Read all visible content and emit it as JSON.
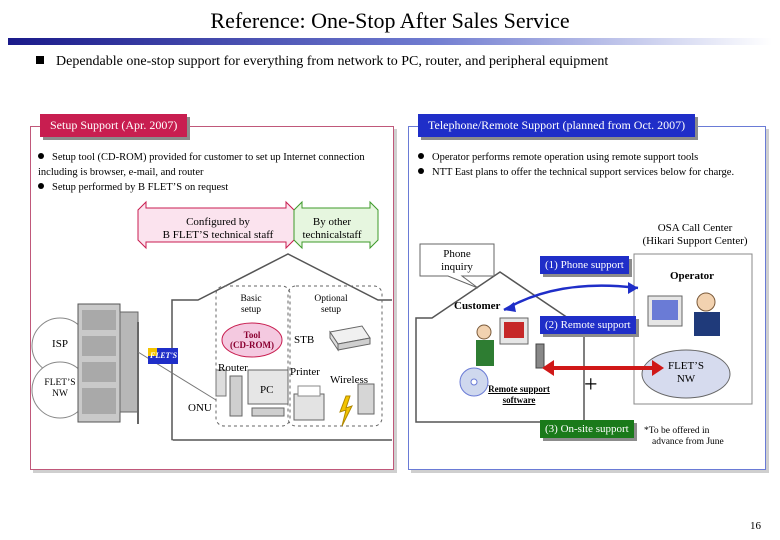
{
  "title": "Reference: One-Stop After Sales Service",
  "headline": "Dependable one-stop support for everything from network to PC, router, and peripheral equipment",
  "left_panel": {
    "tag": "Setup Support (Apr. 2007)",
    "bullets": [
      "Setup tool (CD-ROM) provided for customer to set up Internet connection including is browser, e-mail, and router",
      "Setup performed by B FLET’S on request"
    ],
    "configured_by": "Configured by",
    "configured_by_2": "B FLET’S technical staff",
    "by_other": "By other",
    "by_other_2": "technicalstaff",
    "basic_setup": "Basic",
    "basic_setup_2": "setup",
    "optional_setup": "Optional",
    "optional_setup_2": "setup",
    "tool": "Tool",
    "tool_2": "(CD-ROM)",
    "stb": "STB",
    "router": "Router",
    "pc": "PC",
    "printer": "Printer",
    "wireless": "Wireless",
    "onu": "ONU",
    "isp": "ISP",
    "flets_nw": "FLET’S",
    "flets_nw_2": "NW",
    "flets_logo": "FLET'S"
  },
  "right_panel": {
    "tag": "Telephone/Remote Support (planned from Oct. 2007)",
    "bullets": [
      "Operator performs remote operation using remote support tools",
      "NTT East plans to offer the technical support services below for charge."
    ],
    "osa": "OSA Call Center",
    "osa_2": "(Hikari Support Center)",
    "phone_inquiry": "Phone",
    "phone_inquiry_2": "inquiry",
    "phone_support": "(1) Phone support",
    "remote_support": "(2) Remote support",
    "onsite_support": "(3) On-site support",
    "operator": "Operator",
    "customer": "Customer",
    "remote_software": "Remote support",
    "remote_software_2": "software",
    "flets_nw": "FLET’S",
    "flets_nw_2": "NW",
    "plus": "+",
    "note": "*To be offered in",
    "note_2": "advance from June"
  },
  "page_number": "16",
  "colors": {
    "accent_red": "#c81e50",
    "accent_blue": "#1f2ec8",
    "onsite_green": "#1a7a1a"
  }
}
